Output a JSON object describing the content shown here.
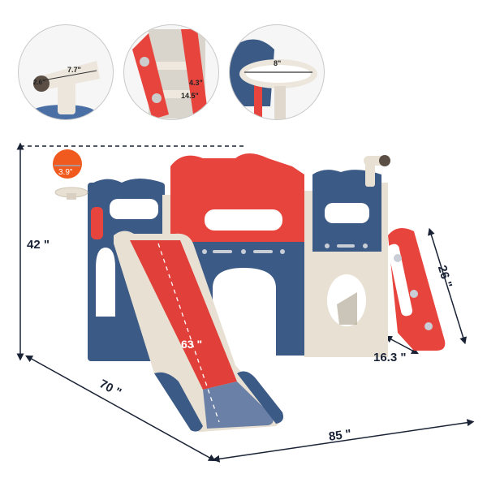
{
  "product": {
    "description": "Toddler indoor playground slide set with dimensions",
    "colors": {
      "navy_blue": "#3c5a86",
      "red": "#e8443e",
      "cream": "#e8e0d2",
      "ball_orange": "#f05a1e",
      "dimension_line": "#1a2235"
    }
  },
  "insets": [
    {
      "name": "telescope",
      "dimension_label": "7.7\"",
      "secondary_label": "2.6\""
    },
    {
      "name": "ladder",
      "dimension_label": "4.3\"",
      "secondary_label": "14.5\""
    },
    {
      "name": "basketball-hoop",
      "dimension_label": "8\""
    }
  ],
  "dimensions": {
    "height": "42 \"",
    "depth": "70 \"",
    "width": "85 \"",
    "slide_length": "63 \"",
    "ladder_length": "26 \"",
    "ladder_base": "16.3 \"",
    "ball_diameter": "3.9\""
  }
}
